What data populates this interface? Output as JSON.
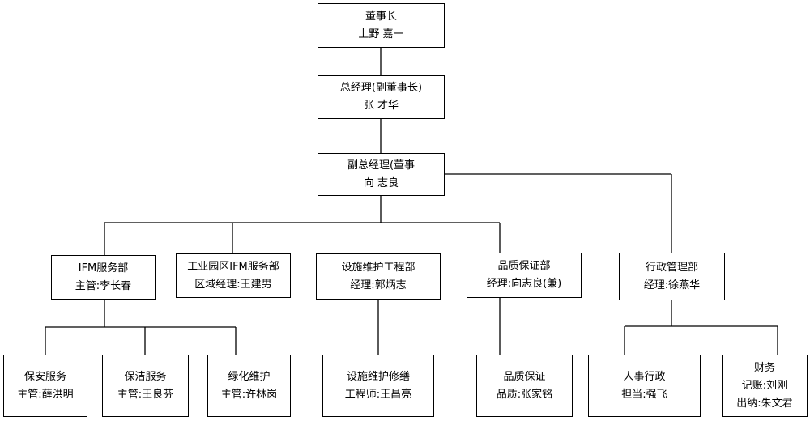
{
  "org_chart": {
    "chairman": {
      "title": "董事长",
      "name": "上野 嘉一"
    },
    "general_manager": {
      "title": "总经理(副董事长)",
      "name": "张 才华"
    },
    "deputy_gm": {
      "title": "副总经理(董事",
      "name": "向 志良"
    },
    "ifm": {
      "title": "IFM服务部",
      "person": "主管:李长春"
    },
    "park_ifm": {
      "title": "工业园区IFM服务部",
      "person": "区域经理:王建男"
    },
    "facility": {
      "title": "设施维护工程部",
      "person": "经理:郭炳志"
    },
    "quality": {
      "title": "品质保证部",
      "person": "经理:向志良(兼)"
    },
    "admin": {
      "title": "行政管理部",
      "person": "经理:徐燕华"
    },
    "security": {
      "title": "保安服务",
      "person": "主管:薛洪明"
    },
    "cleaning": {
      "title": "保洁服务",
      "person": "主管:王良芬"
    },
    "greening": {
      "title": "绿化维护",
      "person": "主管:许林岗"
    },
    "facility_repair": {
      "title": "设施维护修缮",
      "person": "工程师:王昌亮"
    },
    "qa_unit": {
      "title": "品质保证",
      "person": "品质:张家铭"
    },
    "hr": {
      "title": "人事行政",
      "person": "担当:强飞"
    },
    "finance": {
      "title": "财务",
      "person1": "记账:刘刚",
      "person2": "出纳:朱文君"
    }
  }
}
